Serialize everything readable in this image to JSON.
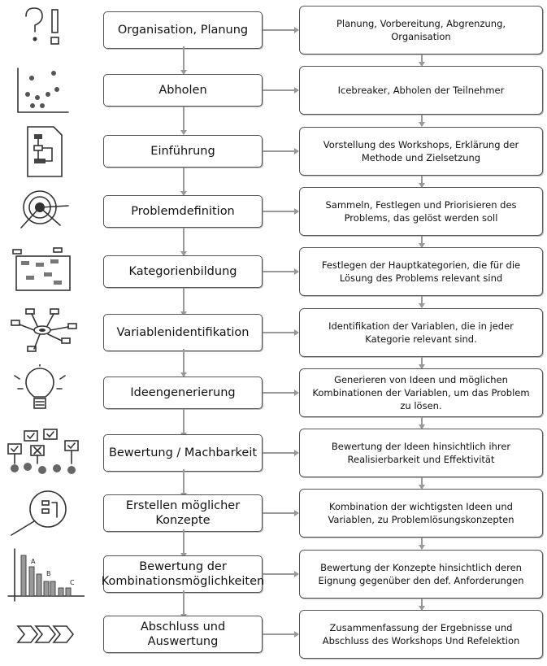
{
  "steps": [
    {
      "title": "Organisation, Planung",
      "description": "Planung, Vorbereitung,  Abgrenzung, Organisation",
      "icon": "question-exclamation-icon"
    },
    {
      "title": "Abholen",
      "description": "Icebreaker, Abholen der Teilnehmer",
      "icon": "people-chart-icon"
    },
    {
      "title": "Einführung",
      "description": "Vorstellung des Workshops, Erklärung der Methode und Zielsetzung",
      "icon": "flowchart-document-icon"
    },
    {
      "title": "Problemdefinition",
      "description": "Sammeln, Festlegen und Priorisieren des Problems, das gelöst werden soll",
      "icon": "target-icon"
    },
    {
      "title": "Kategorienbildung",
      "description": "Festlegen der Hauptkategorien, die für die Lösung des Problems relevant sind",
      "icon": "board-icon"
    },
    {
      "title": "Variablenidentifikation",
      "description": "Identifikation der Variablen, die in jeder Kategorie relevant sind.",
      "icon": "mindmap-icon"
    },
    {
      "title": "Ideengenerierung",
      "description": "Generieren von Ideen und möglichen Kombinationen der Variablen, um das Problem zu lösen.",
      "icon": "lightbulb-icon"
    },
    {
      "title": "Bewertung / Machbarkeit",
      "description": "Bewertung der Ideen hinsichtlich ihrer Realisierbarkeit und Effektivität",
      "icon": "voting-signs-icon"
    },
    {
      "title": "Erstellen möglicher Konzepte",
      "description": "Kombination der wichtigsten Ideen und Variablen, zu Problemlösungskonzepten",
      "icon": "magnifier-icon"
    },
    {
      "title": "Bewertung der Kombinationsmöglichkeiten",
      "description": "Bewertung der Konzepte hinsichtlich deren Eignung gegenüber den def. Anforderungen",
      "icon": "bar-chart-icon"
    },
    {
      "title": "Abschluss und Auswertung",
      "description": "Zusammenfassung der Ergebnisse und Abschluss des Workshops Und Refelektion",
      "icon": "chevrons-icon"
    }
  ],
  "bar_chart_icon_labels": [
    "A",
    "B",
    "C"
  ]
}
